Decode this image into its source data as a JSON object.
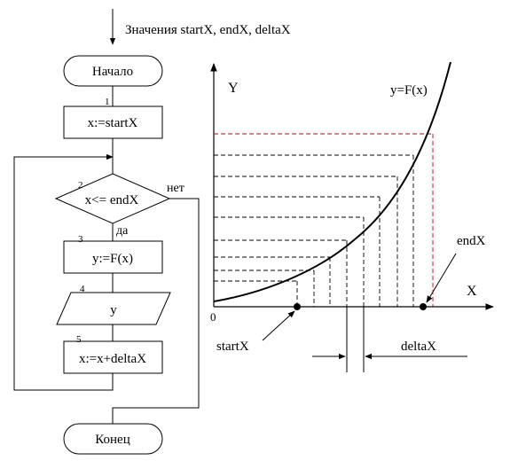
{
  "flowchart": {
    "input_note": "Значения startX, endX, deltaX",
    "start_label": "Начало",
    "end_label": "Конец",
    "steps": [
      {
        "num": "1",
        "text": "x:=startX"
      },
      {
        "num": "2",
        "text": "x<= endX"
      },
      {
        "num": "3",
        "text": "y:=F(x)"
      },
      {
        "num": "4",
        "text": "y"
      },
      {
        "num": "5",
        "text": "x:=x+deltaX"
      }
    ],
    "yes_label": "да",
    "no_label": "нет"
  },
  "graph": {
    "y_axis_label": "Y",
    "x_axis_label": "X",
    "origin_label": "0",
    "curve_label": "y=F(x)",
    "start_label": "startX",
    "end_label": "endX",
    "delta_label": "deltaX"
  }
}
